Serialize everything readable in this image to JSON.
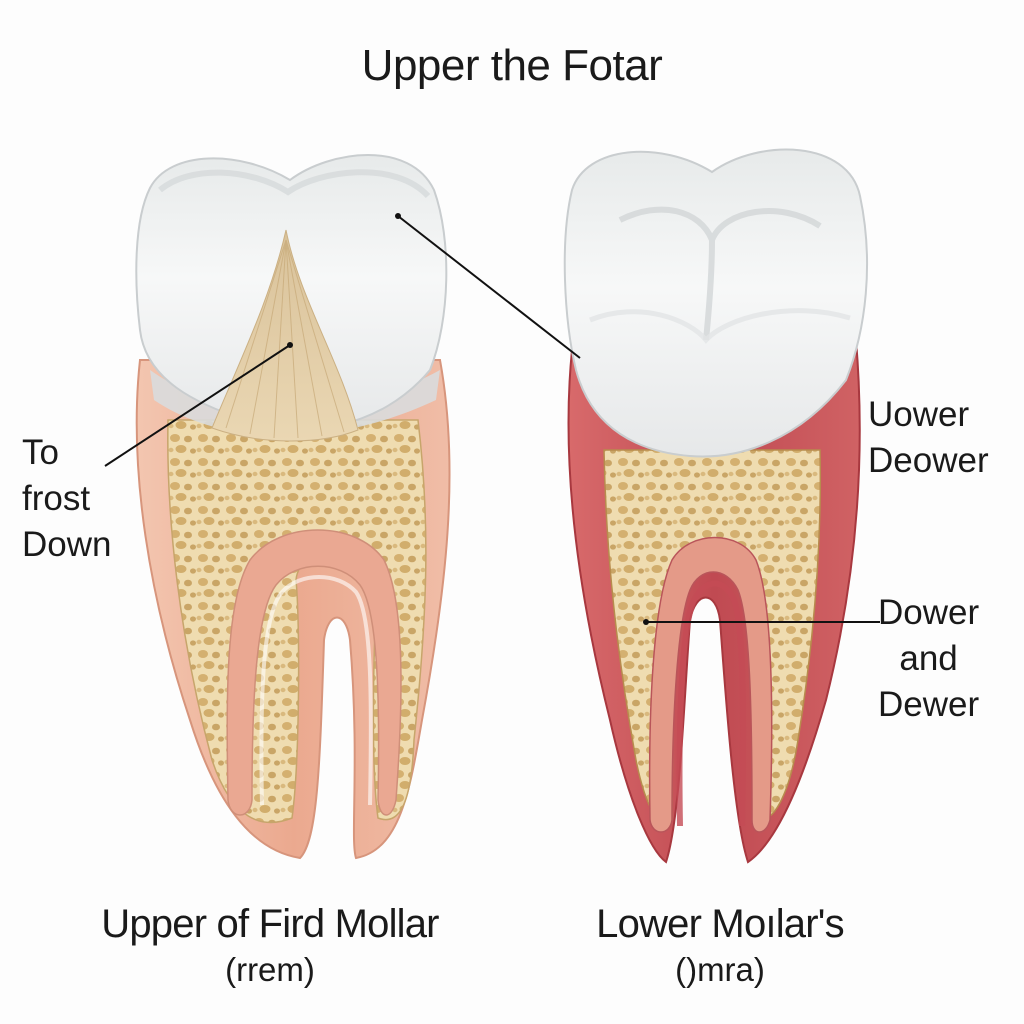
{
  "title": "Upper the Fotar",
  "annotations": {
    "left": [
      "To",
      "frost",
      "Down"
    ],
    "right_top": [
      "Uower",
      "Deower"
    ],
    "right_mid": [
      "Dower",
      "and",
      "Dewer"
    ]
  },
  "captions": {
    "upper_molar": "Upper of Fird Mollar",
    "upper_molar_sub": "(rrem)",
    "lower_molar": "Lower Moılar's",
    "lower_molar_sub": "()mra)"
  },
  "colors": {
    "enamel": "#f2f3f3",
    "dentin_pattern": "#e9d2a1",
    "gum_upper": "#eeb39d",
    "gum_lower": "#c8555a",
    "pulp": "#e8a894",
    "label_text": "#1a1a1a"
  }
}
